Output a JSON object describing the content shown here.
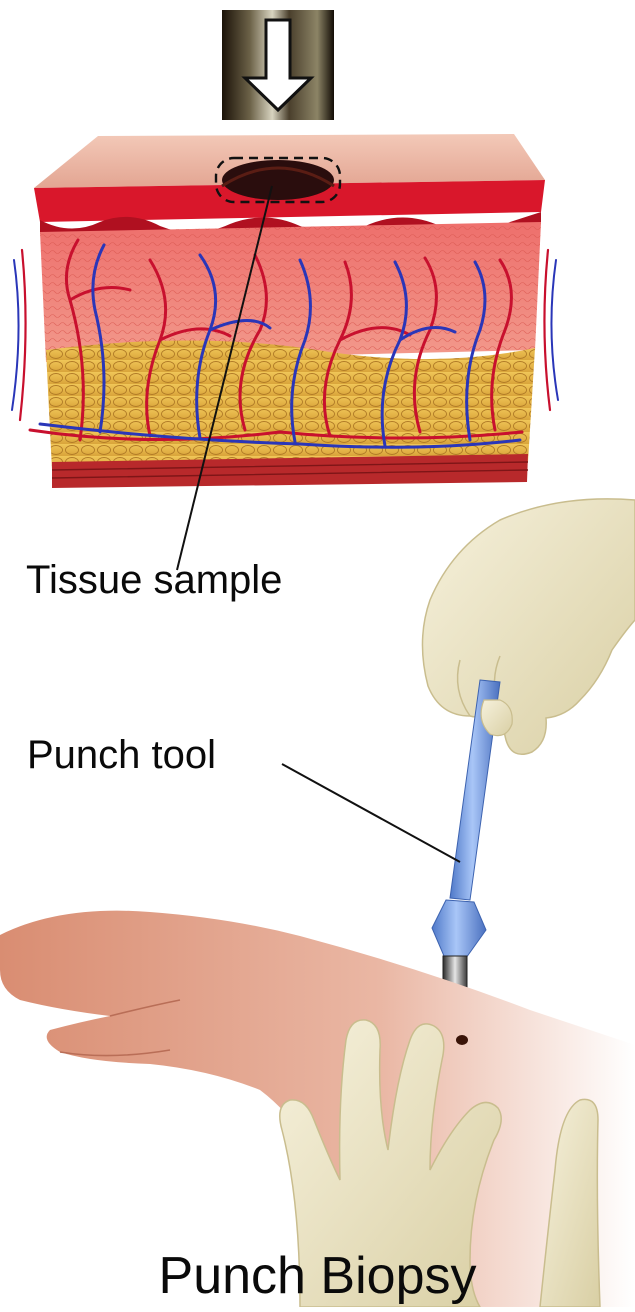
{
  "labels": {
    "tissue_sample": "Tissue sample",
    "punch_tool": "Punch tool",
    "title": "Punch Biopsy"
  },
  "colors": {
    "background": "#ffffff",
    "skin_top": "#eab0a0",
    "epidermis": "#d9172b",
    "dermis": "#ec7f7a",
    "fat": "#e8c04a",
    "artery": "#c8102e",
    "vein": "#2a36b8",
    "punch_tool": "#7fa9f0",
    "glove": "#efe8c8",
    "arm_skin": "#e3a48e",
    "text": "#0a0a0a"
  }
}
